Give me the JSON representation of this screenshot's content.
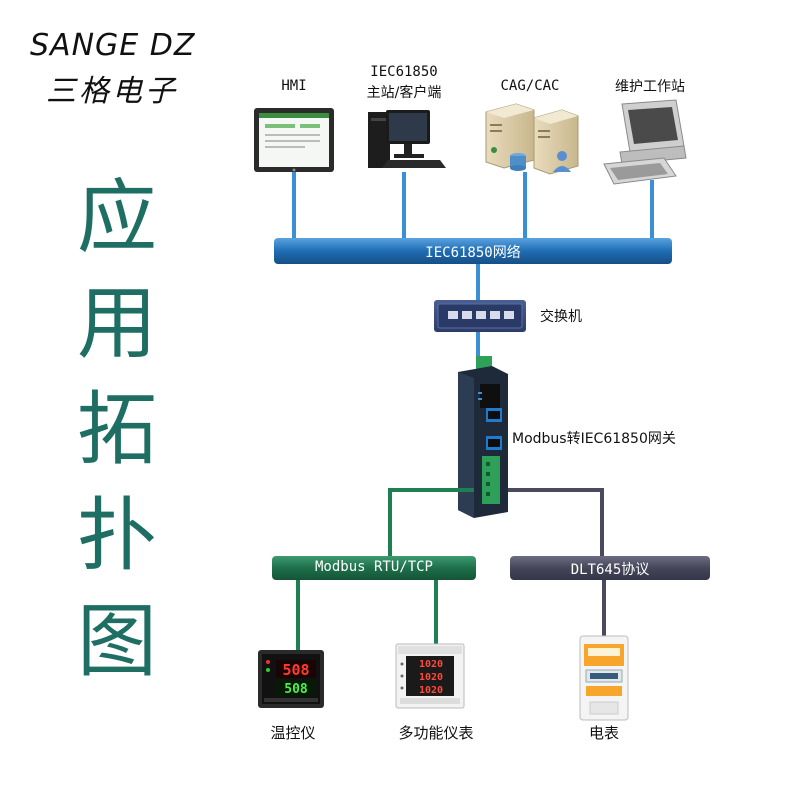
{
  "brand": {
    "name_en": "SANGE DZ",
    "name_cn": "三格电子"
  },
  "title_chars": [
    "应",
    "用",
    "拓",
    "扑",
    "图"
  ],
  "top_devices": {
    "hmi": "HMI",
    "master_line1": "IEC61850",
    "master_line2": "主站/客户端",
    "cag": "CAG/CAC",
    "maint": "维护工作站"
  },
  "network": {
    "label": "IEC61850网络"
  },
  "switch": {
    "label": "交换机"
  },
  "gateway": {
    "label": "Modbus转IEC61850网关"
  },
  "buses": {
    "modbus": "Modbus RTU/TCP",
    "dlt": "DLT645协议"
  },
  "bottom_devices": {
    "thermo": "温控仪",
    "thermo_top": "508",
    "thermo_bottom": "508",
    "meter": "多功能仪表",
    "meter_values": [
      "1020",
      "1020",
      "1020"
    ],
    "energy": "电表"
  },
  "colors": {
    "title_green": "#1f6e64",
    "network_blue": "#1e6bb0",
    "link_blue": "#3a8fd6",
    "modbus_green": "#1d6f4a",
    "dlt_gray": "#4a4a5e"
  }
}
